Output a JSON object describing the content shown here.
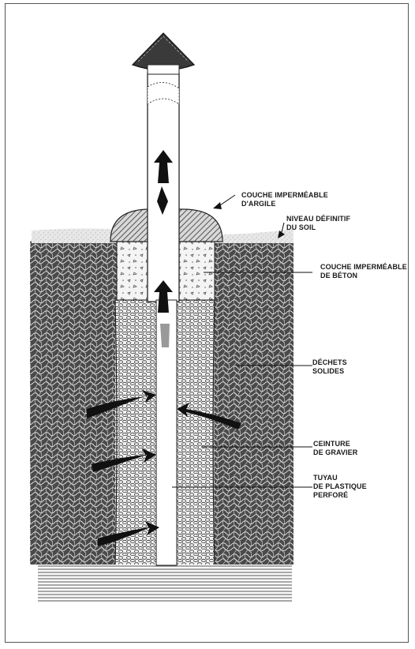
{
  "labels": {
    "clay_cap": "COUCHE IMPERMÉABLE\nD'ARGILE",
    "final_grade": "NIVEAU DÉFINITIF\nDU SOIL",
    "concrete_seal": "COUCHE IMPERMÉABLE\nDE BÉTON",
    "solid_waste": "DÉCHETS\nSOLIDES",
    "gravel_pack": "CEINTURE\nDE GRAVIER",
    "perforated_pipe": "TUYAU\nDE PLASTIQUE\nPERFORÉ"
  },
  "colors": {
    "ink": "#1a1a1a",
    "paper": "#ffffff",
    "waste": "#3a3a3a",
    "soil": "#e4e4e4",
    "concrete": "#f0f0f0"
  }
}
